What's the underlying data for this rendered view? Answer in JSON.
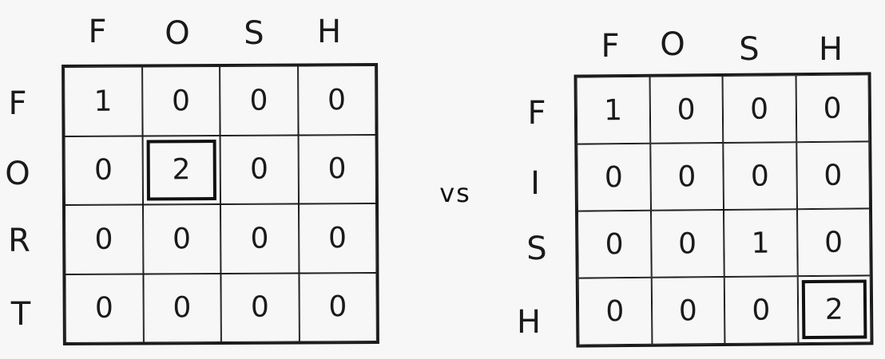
{
  "left": {
    "columns": [
      "F",
      "O",
      "S",
      "H"
    ],
    "rows": [
      "F",
      "O",
      "R",
      "T"
    ],
    "cells": [
      [
        "1",
        "0",
        "0",
        "0"
      ],
      [
        "0",
        "2",
        "0",
        "0"
      ],
      [
        "0",
        "0",
        "0",
        "0"
      ],
      [
        "0",
        "0",
        "0",
        "0"
      ]
    ],
    "highlight": [
      1,
      1
    ]
  },
  "separator": "vs",
  "right": {
    "columns": [
      "F",
      "O",
      "S",
      "H"
    ],
    "rows": [
      "F",
      "I",
      "S",
      "H"
    ],
    "cells": [
      [
        "1",
        "0",
        "0",
        "0"
      ],
      [
        "0",
        "0",
        "0",
        "0"
      ],
      [
        "0",
        "0",
        "1",
        "0"
      ],
      [
        "0",
        "0",
        "0",
        "2"
      ]
    ],
    "highlight": [
      3,
      3
    ]
  }
}
